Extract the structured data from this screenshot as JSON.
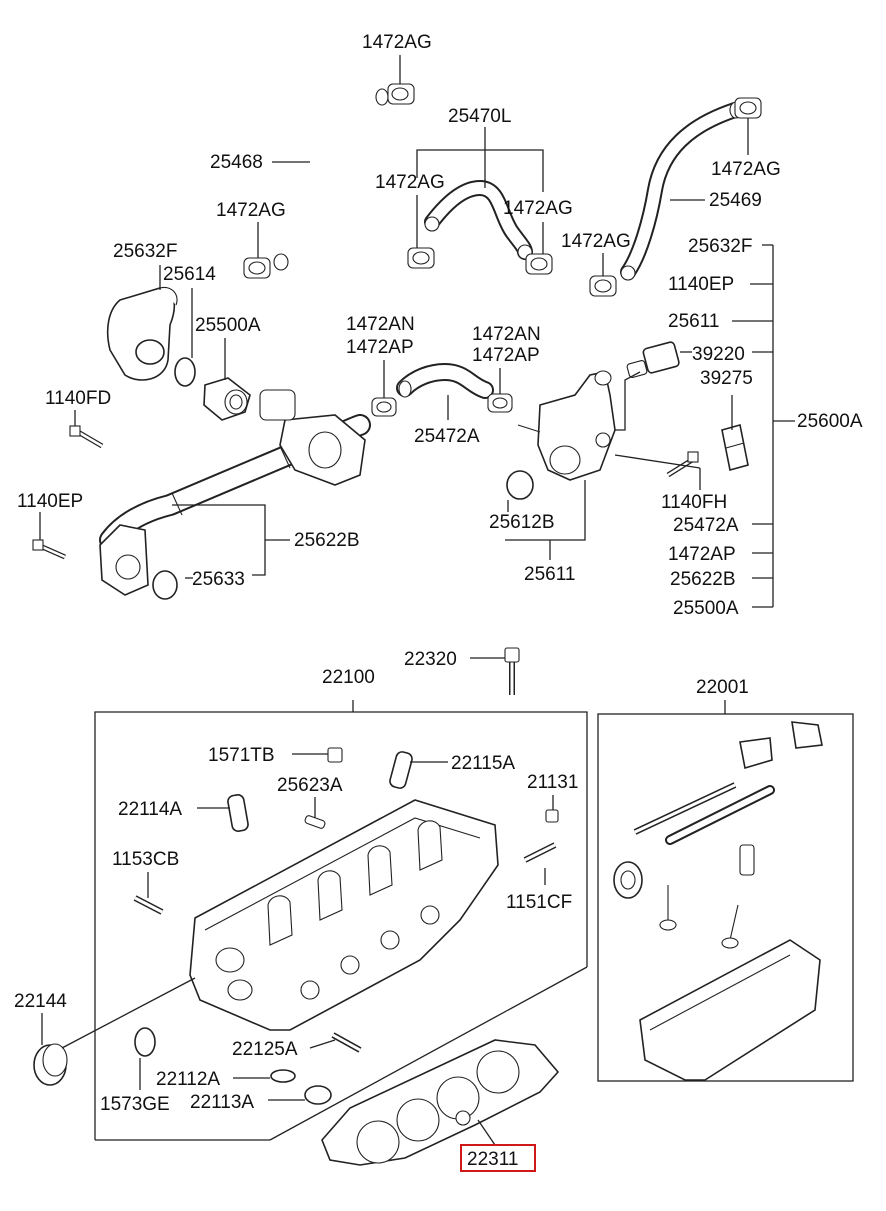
{
  "highlight_color": "#d01818",
  "labels": {
    "l1472AG_top": "1472AG",
    "l25468": "25468",
    "l25470L": "25470L",
    "l1472AG_mid_l": "1472AG",
    "l1472AG_mid_r": "1472AG",
    "l1472AG_left": "1472AG",
    "l1472AG_right_top": "1472AG",
    "l25469": "25469",
    "l1472AG_right_low": "1472AG",
    "l25632F_left": "25632F",
    "l25614": "25614",
    "l25500A": "25500A",
    "l1140FD": "1140FD",
    "l1472AN_l": "1472AN",
    "l1472AP_l": "1472AP",
    "l1472AN_r": "1472AN",
    "l1472AP_r": "1472AP",
    "l25472A_mid": "25472A",
    "l1140EP_left": "1140EP",
    "l25622B_mid": "25622B",
    "l25633": "25633",
    "l25612B": "25612B",
    "l25611_bottom": "25611",
    "l1140FH": "1140FH",
    "l39220": "39220",
    "l39275": "39275",
    "l25632F_right": "25632F",
    "l1140EP_right": "1140EP",
    "l25611_right": "25611",
    "l25600A": "25600A",
    "l25472A_right": "25472A",
    "l1472AP_right": "1472AP",
    "l25622B_right": "25622B",
    "l25500A_right": "25500A",
    "l22320": "22320",
    "l22100": "22100",
    "l22001": "22001",
    "l1571TB": "1571TB",
    "l22115A": "22115A",
    "l25623A": "25623A",
    "l21131": "21131",
    "l22114A": "22114A",
    "l1153CB": "1153CB",
    "l1151CF": "1151CF",
    "l22144": "22144",
    "l22125A": "22125A",
    "l22112A": "22112A",
    "l1573GE": "1573GE",
    "l22113A": "22113A",
    "l22311": "22311"
  }
}
